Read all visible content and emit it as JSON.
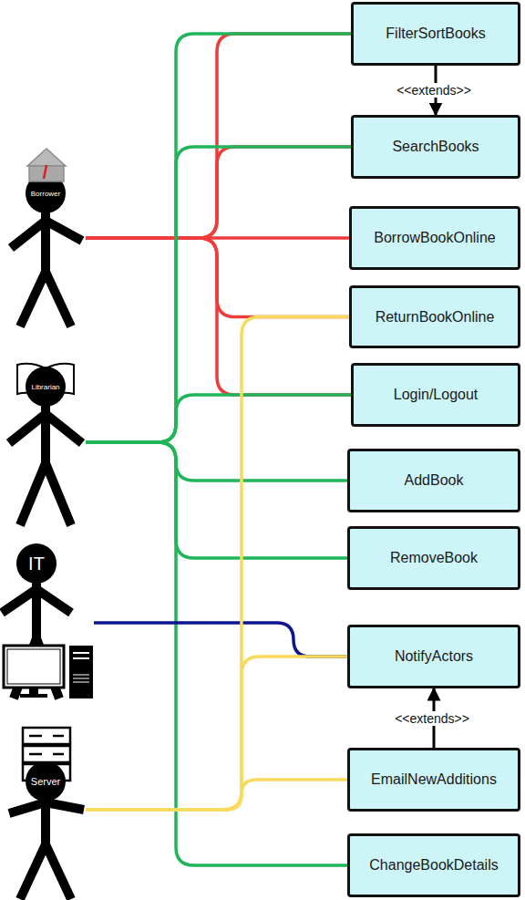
{
  "diagram": {
    "nodes": [
      {
        "text": [
          "FilterSortBooks"
        ]
      },
      {
        "text": [
          "SearchBooks"
        ]
      },
      {
        "text": [
          "Borrower"
        ]
      },
      {
        "text": [
          "BorrowBookOnline"
        ]
      },
      {
        "text": [
          "ReturnBookOnline"
        ]
      },
      {
        "text": [
          "Librarian"
        ]
      },
      {
        "text": [
          "Login/Logout"
        ]
      },
      {
        "text": [
          "AddBook"
        ]
      },
      {
        "text": [
          "RemoveBook"
        ]
      },
      {
        "text": [
          "IT"
        ]
      },
      {
        "text": [
          "NotifyActors"
        ]
      },
      {
        "text": [
          "Server"
        ]
      },
      {
        "text": [
          "EmailNewAdditions"
        ]
      },
      {
        "text": [
          "ChangeBookDetails"
        ]
      }
    ],
    "edges": [
      {
        "from": 2,
        "to": 0,
        "arrow": "none"
      },
      {
        "from": 2,
        "to": 1,
        "arrow": "none"
      },
      {
        "from": 2,
        "to": 3,
        "arrow": "none"
      },
      {
        "from": 2,
        "to": 4,
        "arrow": "none"
      },
      {
        "from": 2,
        "to": 6,
        "arrow": "none"
      },
      {
        "from": 5,
        "to": 0,
        "arrow": "none"
      },
      {
        "from": 5,
        "to": 1,
        "arrow": "none"
      },
      {
        "from": 5,
        "to": 6,
        "arrow": "none"
      },
      {
        "from": 5,
        "to": 7,
        "arrow": "none"
      },
      {
        "from": 5,
        "to": 8,
        "arrow": "none"
      },
      {
        "from": 5,
        "to": 13,
        "arrow": "none"
      },
      {
        "from": 9,
        "to": 10,
        "arrow": "none"
      },
      {
        "from": 11,
        "to": 4,
        "arrow": "none"
      },
      {
        "from": 11,
        "to": 10,
        "arrow": "none"
      },
      {
        "from": 11,
        "to": 12,
        "arrow": "none"
      },
      {
        "from": 0,
        "to": 1,
        "label": "<<extends>>",
        "arrow": "to"
      },
      {
        "from": 12,
        "to": 10,
        "label": "<<extends>>",
        "arrow": "to"
      }
    ]
  }
}
